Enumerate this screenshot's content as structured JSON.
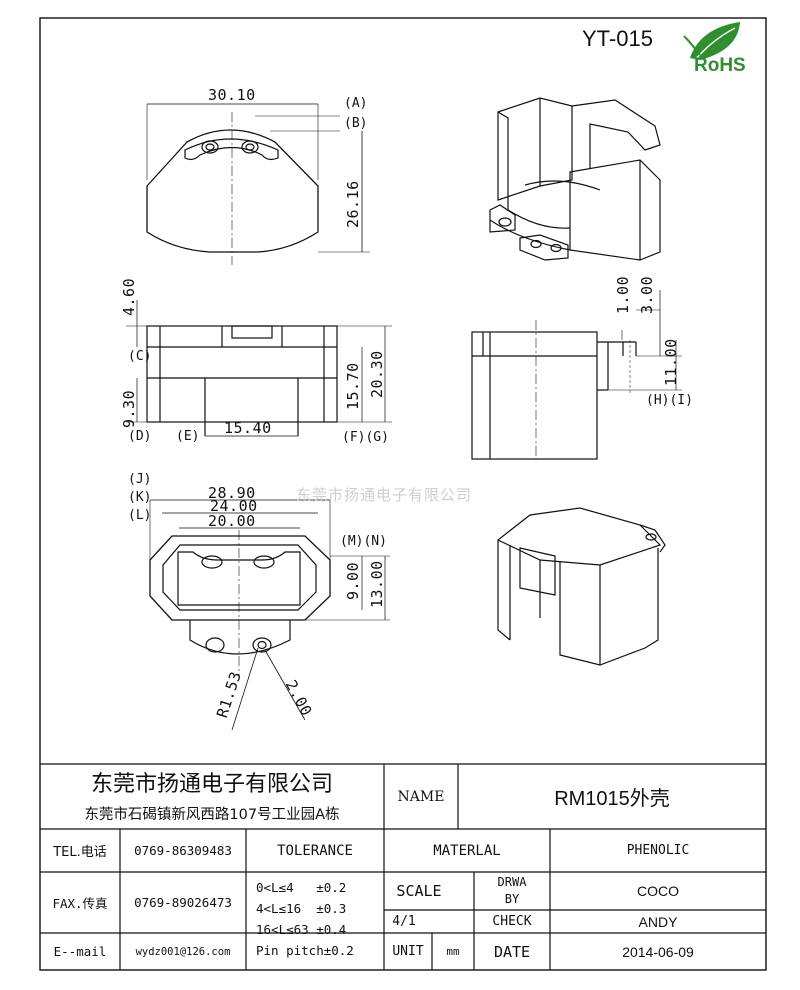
{
  "header": {
    "part_no": "YT-015",
    "rohs_label": "RoHS"
  },
  "dimensions": {
    "top_width": "30.10",
    "top_height": "26.16",
    "side_h1": "4.60",
    "side_h2": "9.30",
    "side_h3": "15.70",
    "side_h4": "20.30",
    "side_w": "15.40",
    "sec_d1": "1.00",
    "sec_d2": "3.00",
    "sec_d3": "11.00",
    "bot_w1": "28.90",
    "bot_w2": "24.00",
    "bot_w3": "20.00",
    "bot_h1": "9.00",
    "bot_h2": "13.00",
    "radius": "R1.53",
    "pin_d": "2.00"
  },
  "ref_tags": {
    "A": "(A)",
    "B": "(B)",
    "C": "(C)",
    "D": "(D)",
    "E": "(E)",
    "FG": "(F)(G)",
    "HI": "(H)(I)",
    "J": "(J)",
    "K": "(K)",
    "L": "(L)",
    "MN": "(M)(N)"
  },
  "watermark": "东莞市扬通电子有限公司",
  "title_block": {
    "company_name": "东莞市扬通电子有限公司",
    "company_address": "东莞市石碣镇新风西路107号工业园A栋",
    "name_label": "NAME",
    "name_value": "RM1015外壳",
    "tel_label": "TEL.电话",
    "tel_value": "0769-86309483",
    "fax_label": "FAX.传真",
    "fax_value": "0769-89026473",
    "email_label": "E--mail",
    "email_value": "wydz001@126.com",
    "tolerance_label": "TOLERANCE",
    "tol_1": "0<L≤4   ±0.2",
    "tol_2": "4<L≤16  ±0.3",
    "tol_3": "16<L≤63 ±0.4",
    "tol_4": "Pin pitch±0.2",
    "material_label": "MATERLAL",
    "material_value": "PHENOLIC",
    "scale_label": "SCALE",
    "scale_value": "4/1",
    "unit_label": "UNIT",
    "unit_value": "mm",
    "drawn_label_1": "DRWA",
    "drawn_label_2": "BY",
    "drawn_value": "COCO",
    "check_label": "CHECK",
    "check_value": "ANDY",
    "date_label": "DATE",
    "date_value": "2014-06-09"
  }
}
